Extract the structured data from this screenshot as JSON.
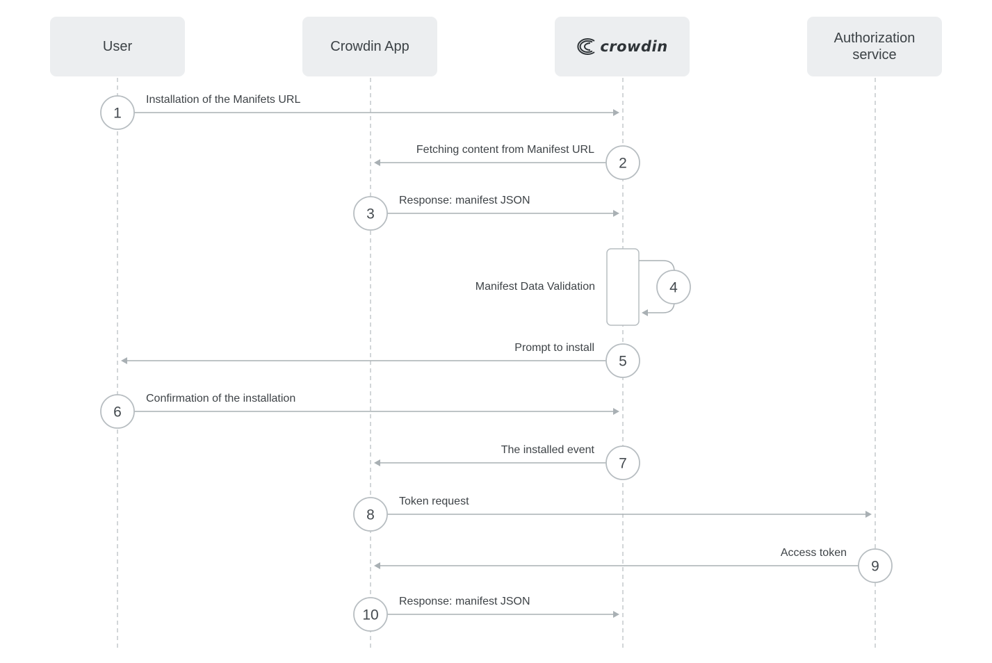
{
  "participants": [
    {
      "id": "user",
      "label": "User"
    },
    {
      "id": "app",
      "label": "Crowdin App"
    },
    {
      "id": "crowdin",
      "label": "crowdin",
      "logo": "crowdin-logo"
    },
    {
      "id": "auth",
      "label": "Authorization\nservice"
    }
  ],
  "steps": [
    {
      "n": "1",
      "label": "Installation of the Manifets URL",
      "from": "user",
      "to": "crowdin"
    },
    {
      "n": "2",
      "label": "Fetching content from Manifest URL",
      "from": "crowdin",
      "to": "app"
    },
    {
      "n": "3",
      "label": "Response: manifest JSON",
      "from": "app",
      "to": "crowdin"
    },
    {
      "n": "4",
      "label": "Manifest Data Validation",
      "from": "crowdin",
      "to": "crowdin",
      "self": true
    },
    {
      "n": "5",
      "label": "Prompt to install",
      "from": "crowdin",
      "to": "user"
    },
    {
      "n": "6",
      "label": "Confirmation of the installation",
      "from": "user",
      "to": "crowdin"
    },
    {
      "n": "7",
      "label": "The installed event",
      "from": "crowdin",
      "to": "app"
    },
    {
      "n": "8",
      "label": "Token request",
      "from": "app",
      "to": "auth"
    },
    {
      "n": "9",
      "label": "Access token",
      "from": "auth",
      "to": "app"
    },
    {
      "n": "10",
      "label": "Response: manifest JSON",
      "from": "app",
      "to": "crowdin"
    }
  ],
  "colors": {
    "lifeline": "#c4c8cb",
    "arrow": "#a9b0b4",
    "circle_stroke": "#b7bdc1",
    "box_fill": "#eceef0",
    "text": "#3e4347"
  }
}
